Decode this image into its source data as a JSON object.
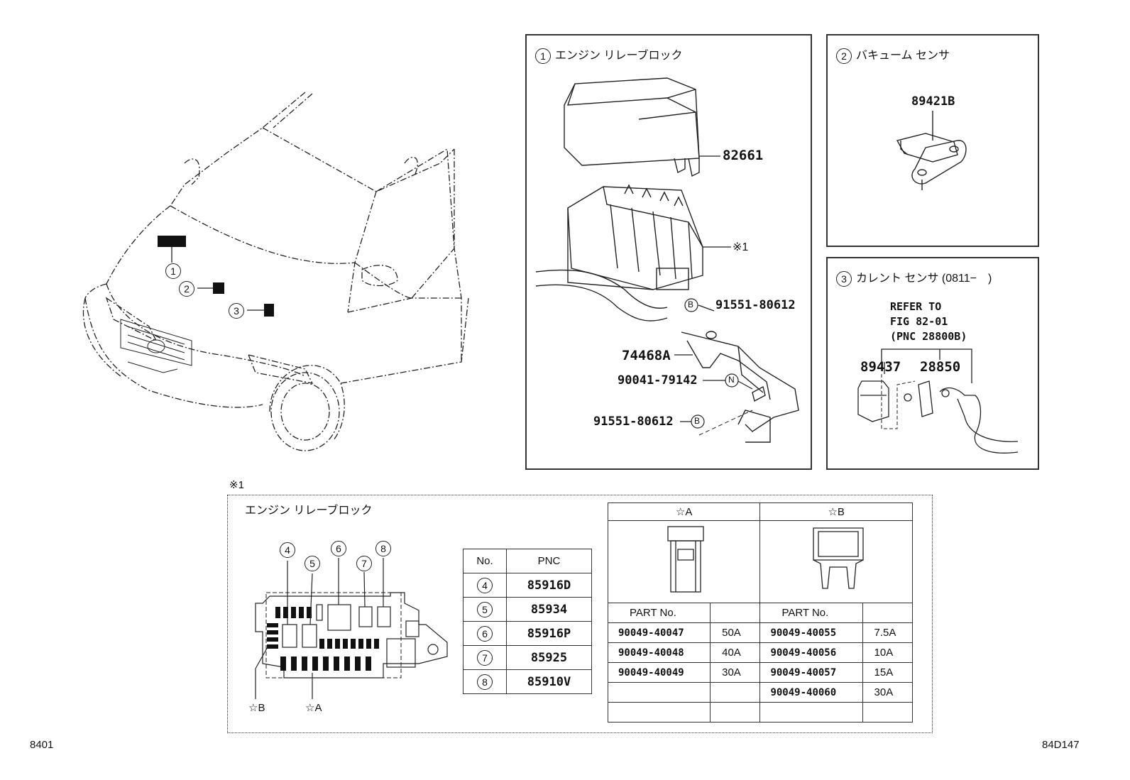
{
  "panel1": {
    "number": "1",
    "title": "エンジン リレーブロック"
  },
  "panel2": {
    "number": "2",
    "title": "バキューム センサ"
  },
  "panel3": {
    "number": "3",
    "title": "カレント センサ (0811−　)",
    "refer": [
      "REFER TO",
      "FIG 82-01",
      "(PNC 28800B)"
    ]
  },
  "parts": {
    "p82661": "82661",
    "p_note1": "※1",
    "p91551a": "91551-80612",
    "p74468A": "74468A",
    "p90041": "90041-79142",
    "p91551b": "91551-80612",
    "p89421B": "89421B",
    "p89437": "89437",
    "p28850": "28850",
    "callout_B": "B",
    "callout_N": "N"
  },
  "car": {
    "callouts": [
      "1",
      "2",
      "3"
    ]
  },
  "relay_block": {
    "note_mark": "※1",
    "title": "エンジン リレーブロック",
    "callouts": [
      "4",
      "5",
      "6",
      "7",
      "8"
    ],
    "star_b": "☆B",
    "star_a": "☆A"
  },
  "pnc_table": {
    "headers": [
      "No.",
      "PNC"
    ],
    "rows": [
      {
        "no": "4",
        "pnc": "85916D"
      },
      {
        "no": "5",
        "pnc": "85934"
      },
      {
        "no": "6",
        "pnc": "85916P"
      },
      {
        "no": "7",
        "pnc": "85925"
      },
      {
        "no": "8",
        "pnc": "85910V"
      }
    ]
  },
  "fuse_table": {
    "col_a": "☆A",
    "col_b": "☆B",
    "part_header": "PART No.",
    "a_rows": [
      {
        "part": "90049-40047",
        "amp": "50A"
      },
      {
        "part": "90049-40048",
        "amp": "40A"
      },
      {
        "part": "90049-40049",
        "amp": "30A"
      }
    ],
    "b_rows": [
      {
        "part": "90049-40055",
        "amp": "7.5A"
      },
      {
        "part": "90049-40056",
        "amp": "10A"
      },
      {
        "part": "90049-40057",
        "amp": "15A"
      },
      {
        "part": "90049-40060",
        "amp": "30A"
      }
    ]
  },
  "footer": {
    "left": "8401",
    "right": "84D147"
  }
}
